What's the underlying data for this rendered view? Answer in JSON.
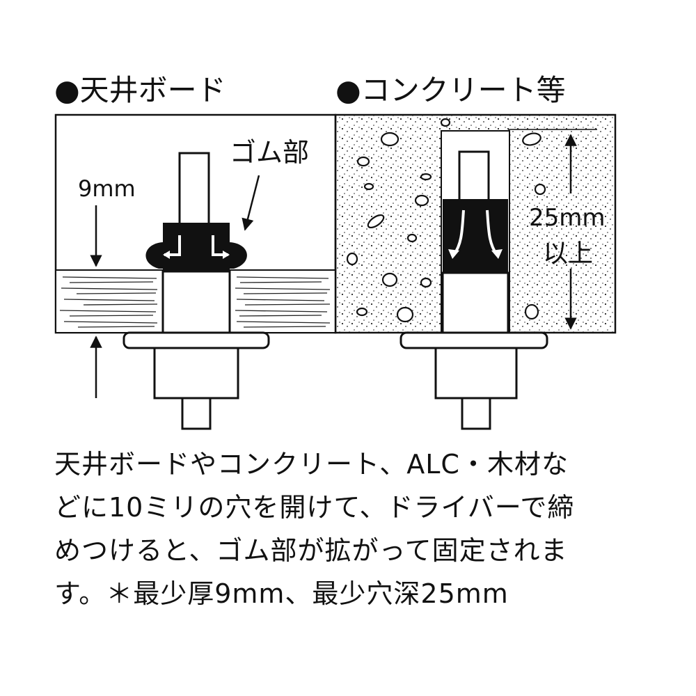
{
  "sections": {
    "left_title": "●天井ボード",
    "right_title": "●コンクリート等"
  },
  "labels": {
    "rubber_part": "ゴム部",
    "board_thickness": "9mm",
    "depth_value": "25mm",
    "depth_qualifier": "以上"
  },
  "description": {
    "lines": [
      "天井ボードやコンクリート、ALC・木材な",
      "どに10ミリの穴を開けて、ドライバーで締",
      "めつけると、ゴム部が拡がって固定されま",
      "す。＊最少厚9mm、最少穴深25mm"
    ]
  }
}
